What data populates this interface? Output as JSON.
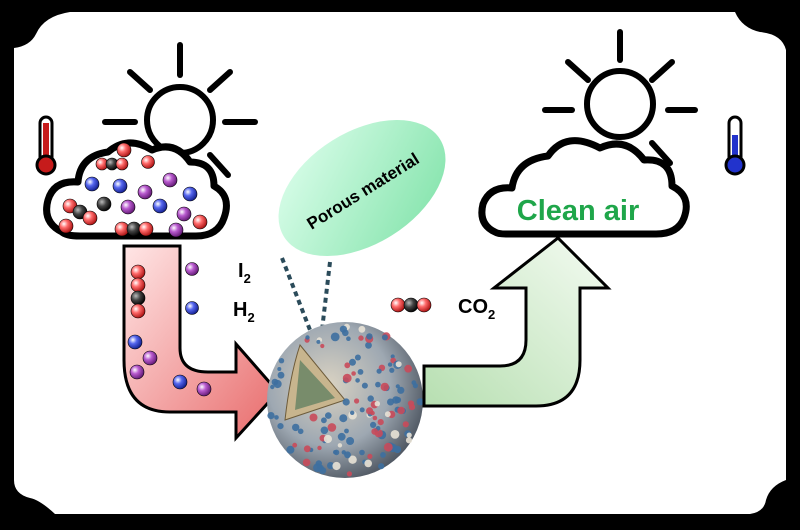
{
  "labels": {
    "porous_material": "Porous material",
    "clean_air": "Clean air",
    "i2_base": "I",
    "i2_sub": "2",
    "h2_base": "H",
    "h2_sub": "2",
    "co2_base": "CO",
    "co2_sub": "2"
  },
  "colors": {
    "background": "#000000",
    "panel": "#ffffff",
    "clean_air_text": "#1fa64a",
    "ellipse_fill": "#a8f0c8",
    "arrow_left_fill": "#f29b9b",
    "arrow_right_fill": "#d6efd4",
    "thermometer_hot": "#c61b1b",
    "thermometer_cold": "#2233cc",
    "molecule_red": "#e23b3b",
    "molecule_blue": "#3344cc",
    "molecule_purple": "#9a3bb0",
    "molecule_black": "#222222"
  },
  "icons": [
    "sun-icon",
    "cloud-icon",
    "thermometer-hot-icon",
    "thermometer-cold-icon",
    "porous-sphere-icon"
  ]
}
